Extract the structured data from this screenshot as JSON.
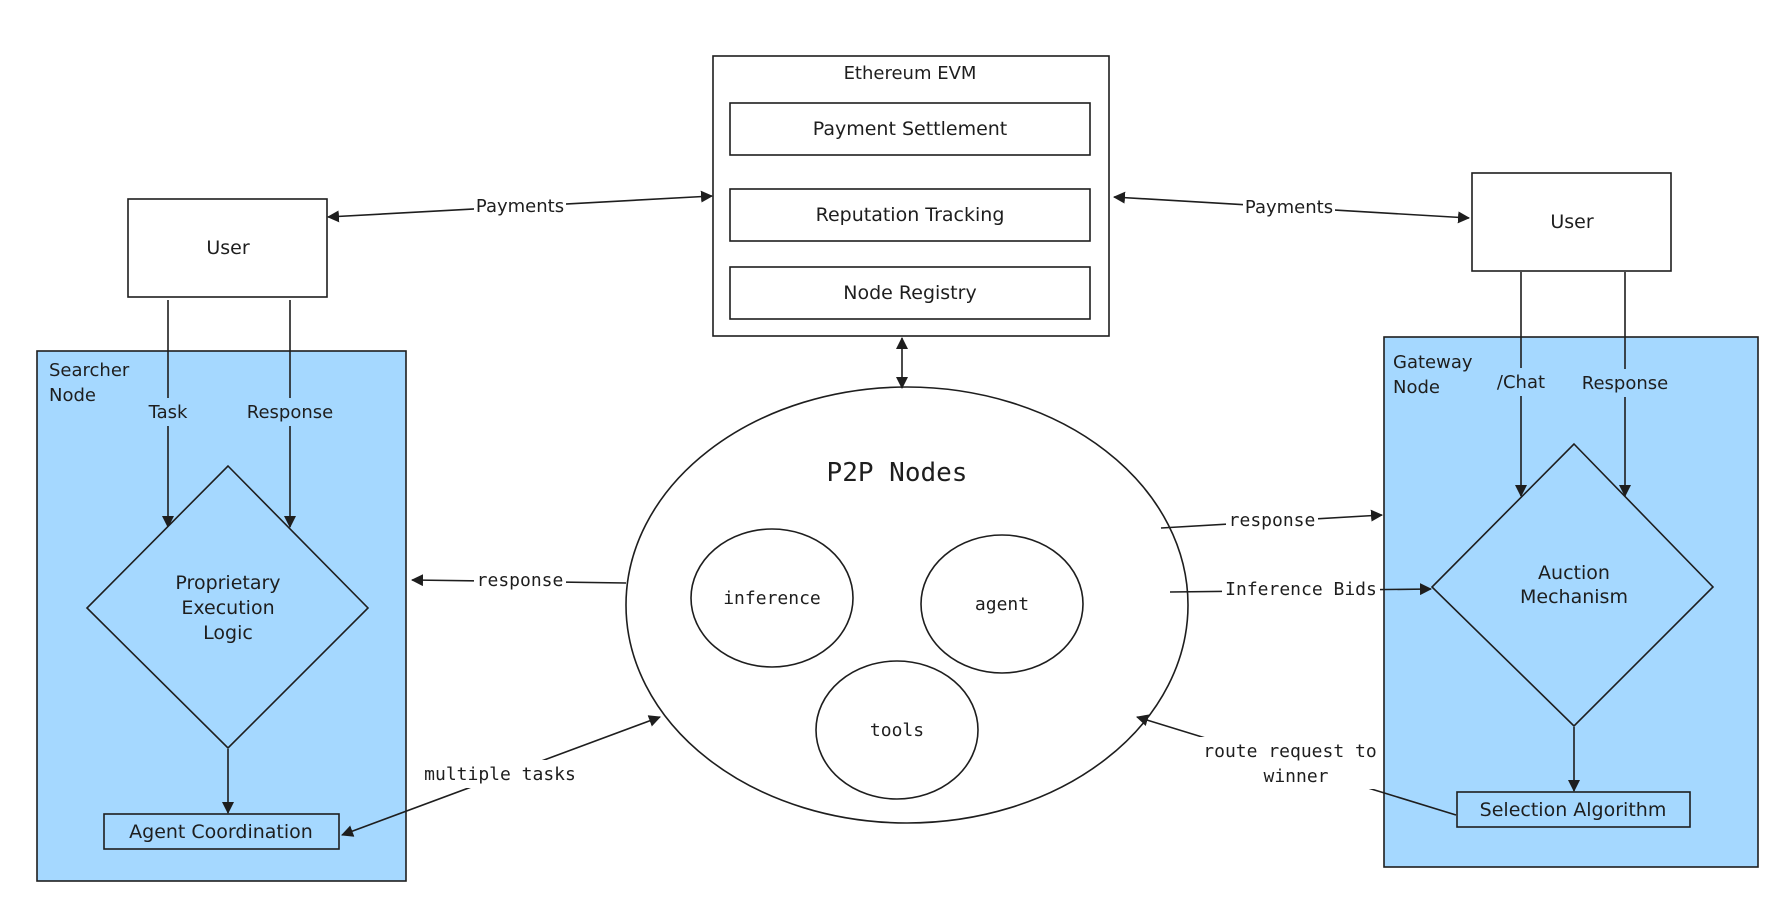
{
  "ethereum": {
    "title": "Ethereum EVM",
    "items": [
      "Payment Settlement",
      "Reputation Tracking",
      "Node Registry"
    ]
  },
  "left_user": "User",
  "right_user": "User",
  "searcher": {
    "title_line1": "Searcher",
    "title_line2": "Node",
    "task": "Task",
    "response": "Response",
    "logic_line1": "Proprietary",
    "logic_line2": "Execution",
    "logic_line3": "Logic",
    "coordination": "Agent Coordination"
  },
  "gateway": {
    "title_line1": "Gateway",
    "title_line2": "Node",
    "chat": "/Chat",
    "response": "Response",
    "auction_line1": "Auction",
    "auction_line2": "Mechanism",
    "selection": "Selection Algorithm"
  },
  "p2p": {
    "title": "P2P Nodes",
    "inference": "inference",
    "agent": "agent",
    "tools": "tools"
  },
  "edges": {
    "payments_left": "Payments",
    "payments_right": "Payments",
    "response_left": "response",
    "response_right": "response",
    "inference_bids": "Inference Bids",
    "multiple_tasks": "multiple tasks",
    "route_line1": "route request to",
    "route_line2": "winner"
  }
}
